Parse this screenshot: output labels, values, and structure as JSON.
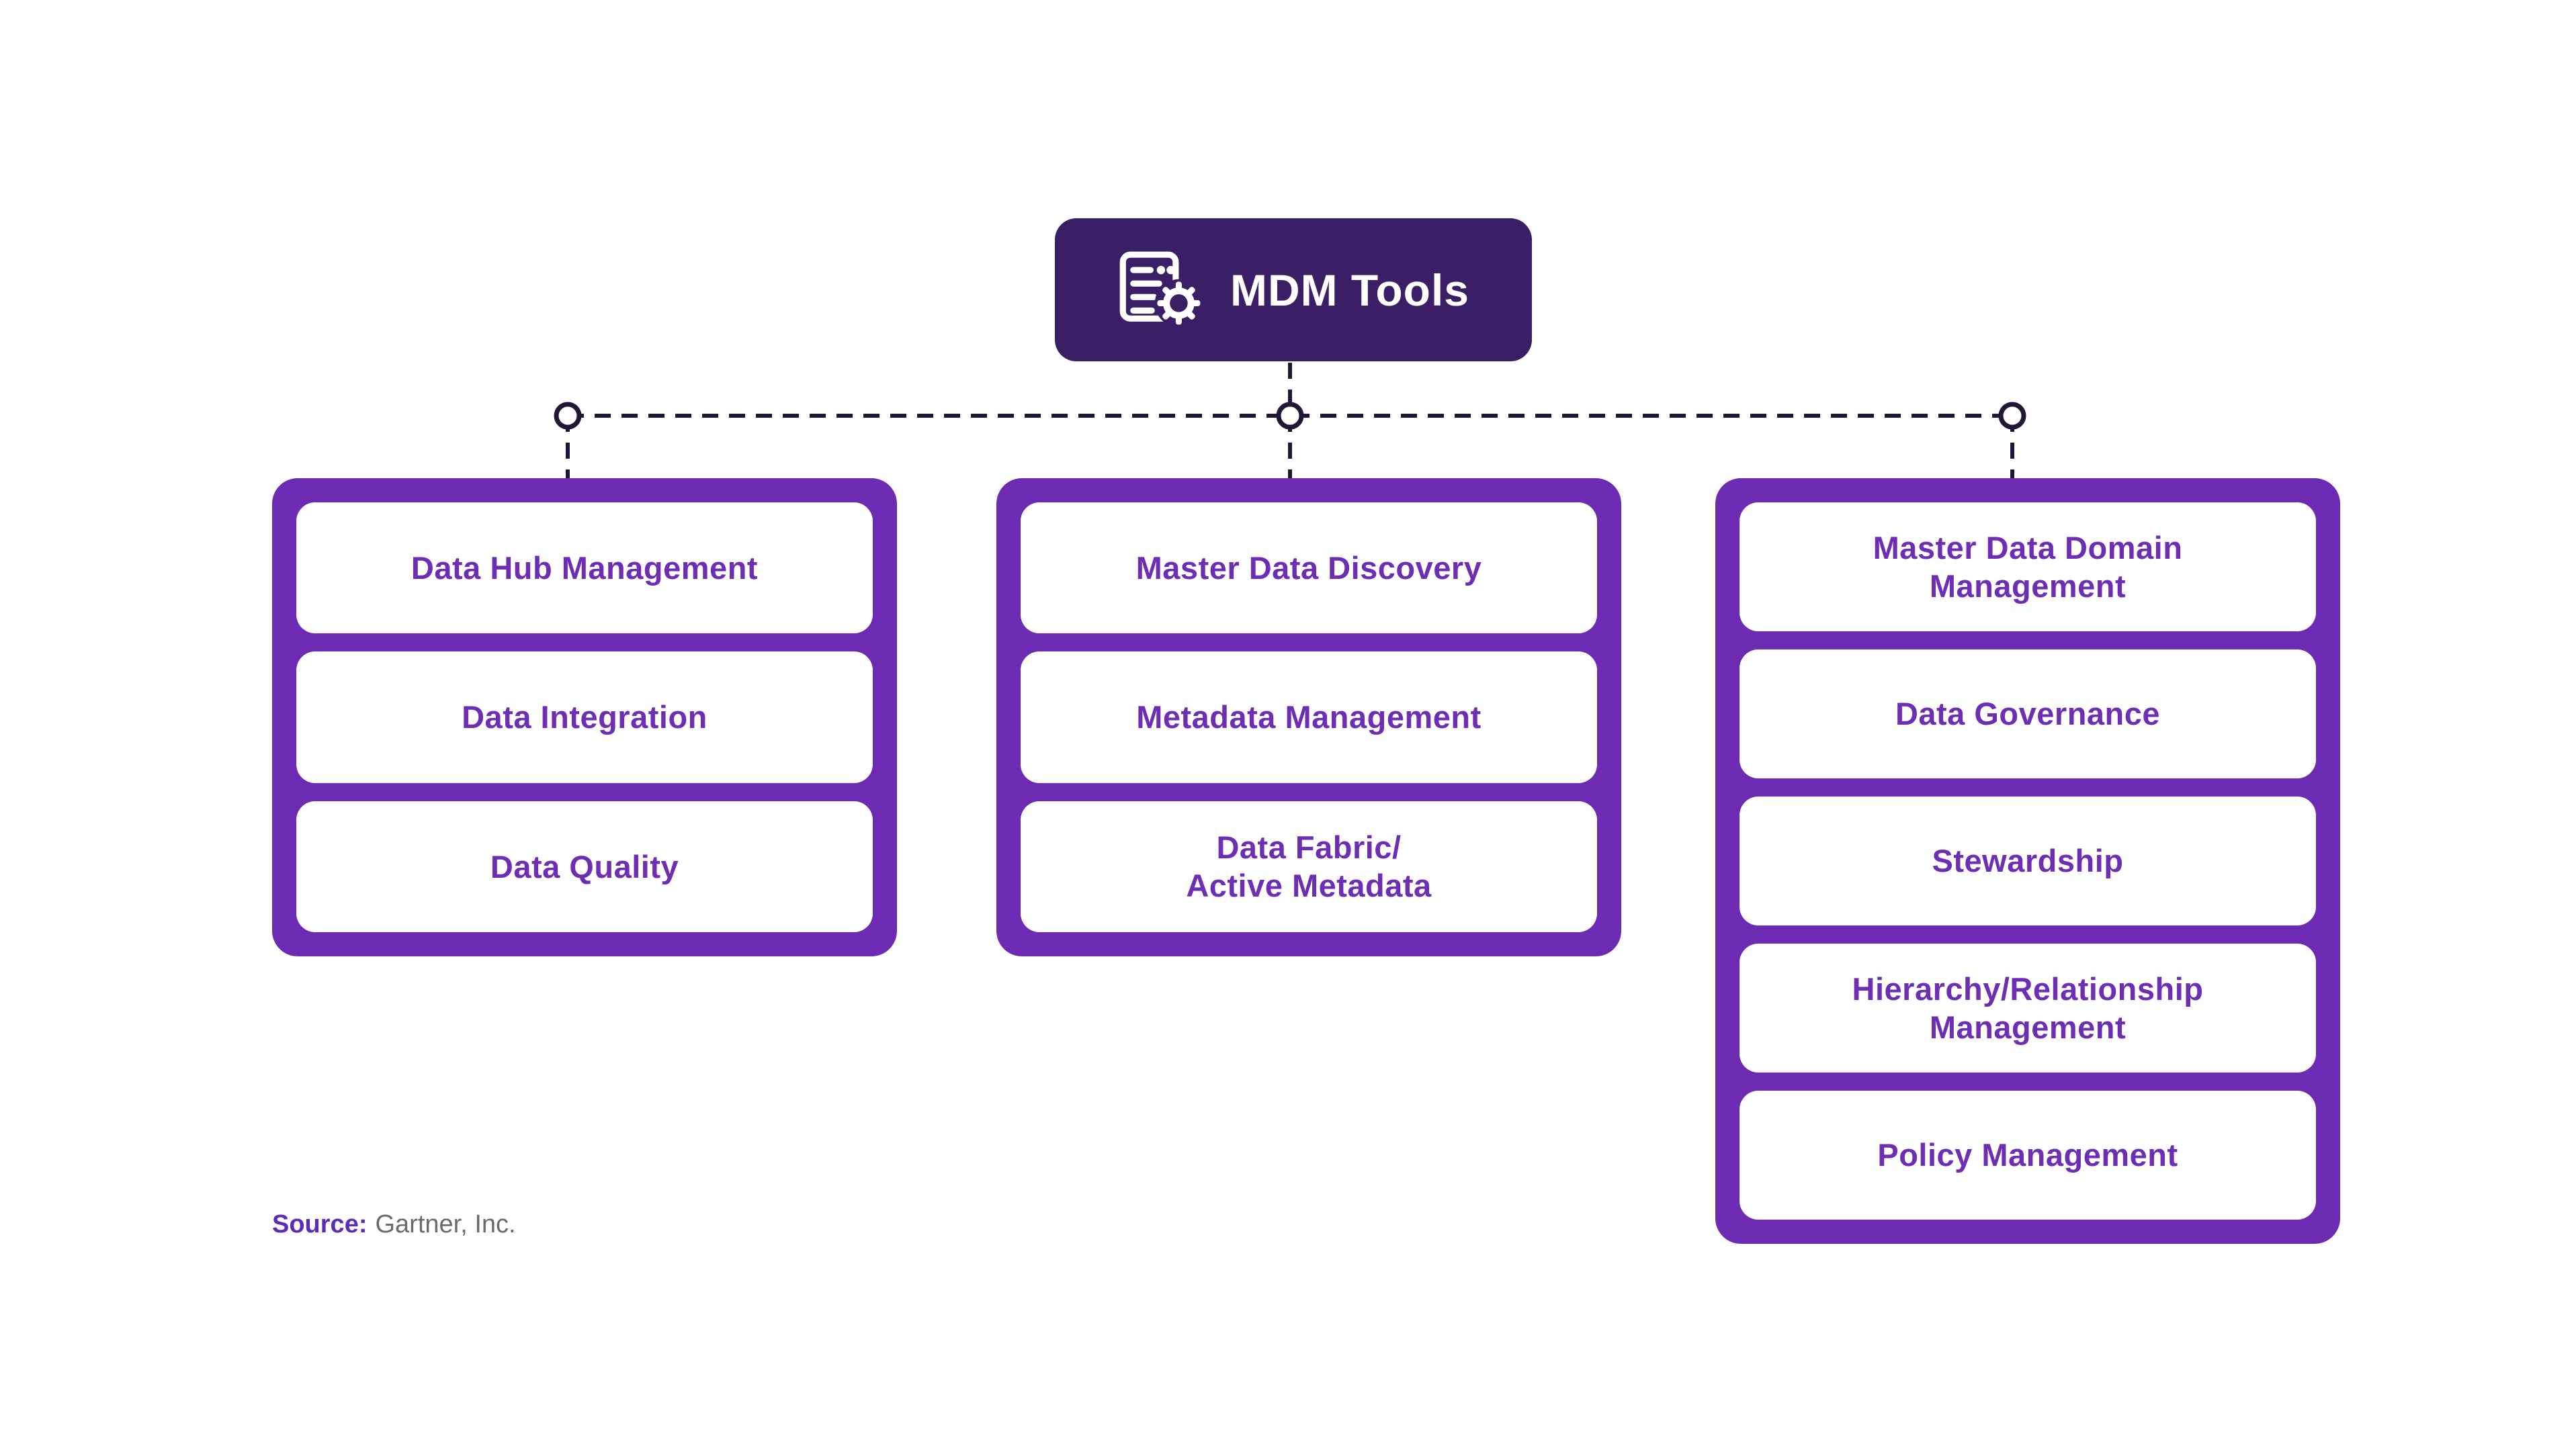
{
  "header": {
    "title": "MDM Tools",
    "icon": "document-gear-icon"
  },
  "columns": [
    {
      "items": [
        "Data Hub Management",
        "Data Integration",
        "Data Quality"
      ]
    },
    {
      "items": [
        "Master Data Discovery",
        "Metadata Management",
        "Data Fabric/\nActive Metadata"
      ]
    },
    {
      "items": [
        "Master Data Domain\nManagement",
        "Data Governance",
        "Stewardship",
        "Hierarchy/Relationship\nManagement",
        "Policy Management"
      ]
    }
  ],
  "source": {
    "label": "Source:",
    "text": "Gartner, Inc."
  },
  "colors": {
    "header_bg": "#3A1F66",
    "column_bg": "#6C2BB2",
    "item_text": "#6D2EB5",
    "connector": "#221638",
    "source_label": "#5B2CB8",
    "source_text": "#6A6A6A"
  }
}
